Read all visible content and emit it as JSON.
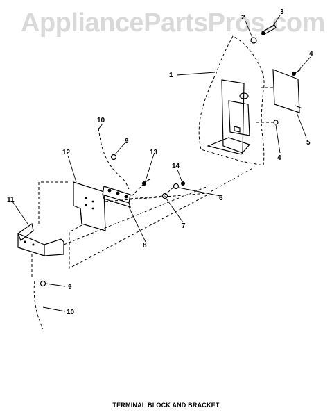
{
  "watermark": "AppliancePartsPros.com",
  "caption": "TERMINAL BLOCK AND BRACKET",
  "callouts": {
    "c1": "1",
    "c2": "2",
    "c3": "3",
    "c4a": "4",
    "c4b": "4",
    "c5": "5",
    "c6": "6",
    "c7": "7",
    "c8": "8",
    "c9a": "9",
    "c9b": "9",
    "c10a": "10",
    "c10b": "10",
    "c11": "11",
    "c12": "12",
    "c13": "13",
    "c14": "14"
  }
}
